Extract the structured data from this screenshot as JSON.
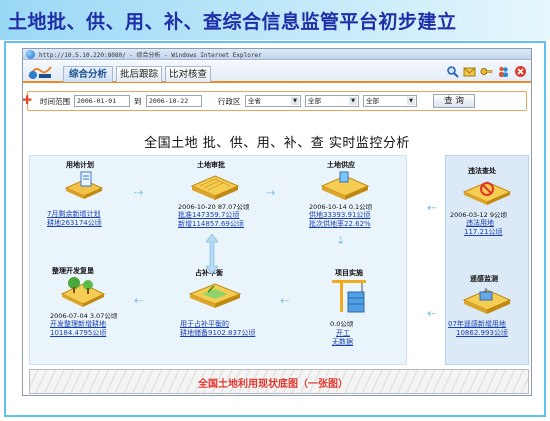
{
  "slide": {
    "title": "土地批、供、用、补、查综合信息监管平台初步建立"
  },
  "browser": {
    "address_text": "http://10.5.10.220:8080/ - 综合分析 - Windows Internet Explorer"
  },
  "tabs": [
    {
      "label": "综合分析",
      "active": true
    },
    {
      "label": "批后跟踪",
      "active": false
    },
    {
      "label": "比对核查",
      "active": false
    }
  ],
  "header_icons": [
    "search-icon",
    "mail-icon",
    "key-icon",
    "users-icon",
    "close-icon"
  ],
  "query": {
    "time_range_label": "时间范围",
    "start_date": "2006-01-01",
    "to_label": "到",
    "end_date": "2006-10-22",
    "region_label": "行政区",
    "region1": "全省",
    "region2": "全部",
    "region3": "全部",
    "submit_label": "查 询"
  },
  "main_title": "全国土地 批、供、用、补、查 实时监控分析",
  "nodes": {
    "plan": {
      "title": "用地计划",
      "link1": "7月剩余新增计划",
      "link2": "耕地263174公顷"
    },
    "approve": {
      "title": "土地审批",
      "date_text": "2006-10-20 87.07公顷",
      "link1": "批准147359.7公顷",
      "link2": "新增114857.69公顷"
    },
    "supply": {
      "title": "土地供应",
      "date_text": "2006-10-14 0.1公顷",
      "link1": "供地33393.91公顷",
      "link2": "批次供地率22.62%"
    },
    "illegal": {
      "title": "违法查处",
      "date_text": "2006-03-12 9公顷",
      "link1": "违法用地",
      "link2": "117.21公顷"
    },
    "develop": {
      "title": "整理开发复垦",
      "date_text": "2006-07-04 3.07公顷",
      "link1": "开发整理新增耕地",
      "link2": "10184.4795公顷"
    },
    "balance": {
      "title": "占补平衡",
      "link1": "用于占补平衡的",
      "link2": "耕地储备9102.837公顷"
    },
    "implement": {
      "title": "项目实施",
      "date_text": "0.0公顷",
      "link1": "开工",
      "link2": "无数据"
    },
    "monitor": {
      "title": "遥感监测",
      "link1": "07年遥感新增用地",
      "link2": "10862.993公顷"
    }
  },
  "map_label": "全国土地利用现状底图（一张图）",
  "colors": {
    "title_text": "#1f2fa8",
    "accent_orange": "#e98a2b",
    "link_blue": "#1a3fb4",
    "flow_bg": "#eaf4fb",
    "arrow": "#8ec6ea"
  }
}
